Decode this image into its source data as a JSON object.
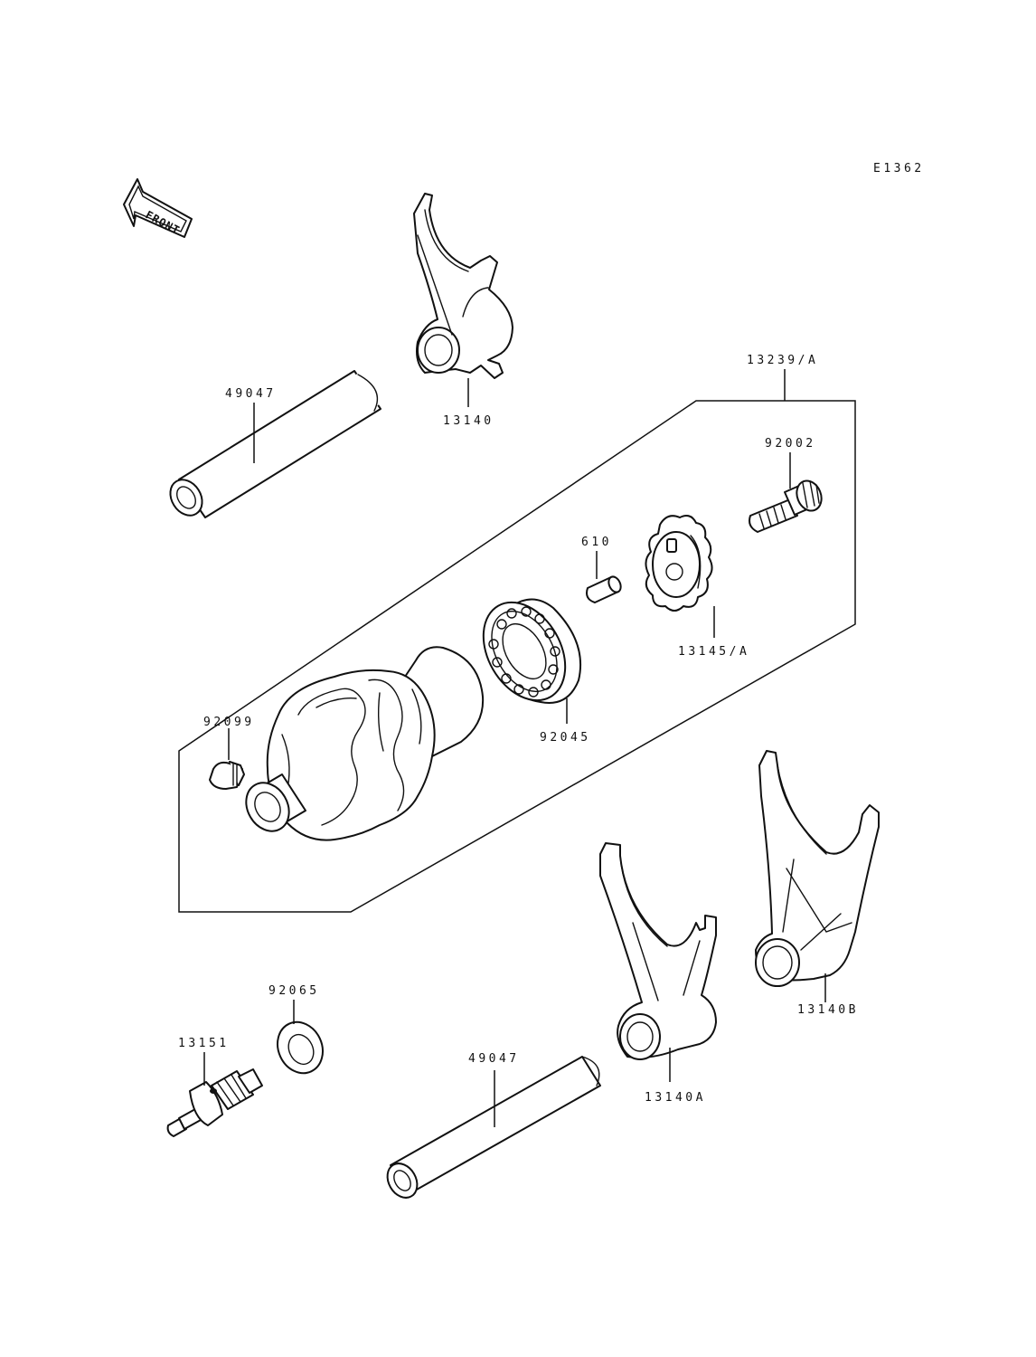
{
  "diagram_code": "E1362",
  "front_label": "FRONT",
  "callouts": {
    "shaft_top": "49047",
    "fork_top": "13140",
    "drum_assembly": "13239/A",
    "bolt": "92002",
    "pin": "610",
    "operating_plate": "13145/A",
    "bearing": "92045",
    "dowel": "92099",
    "washer": "92065",
    "switch": "13151",
    "shaft_bottom": "49047",
    "fork_a": "13140A",
    "fork_b": "13140B"
  }
}
